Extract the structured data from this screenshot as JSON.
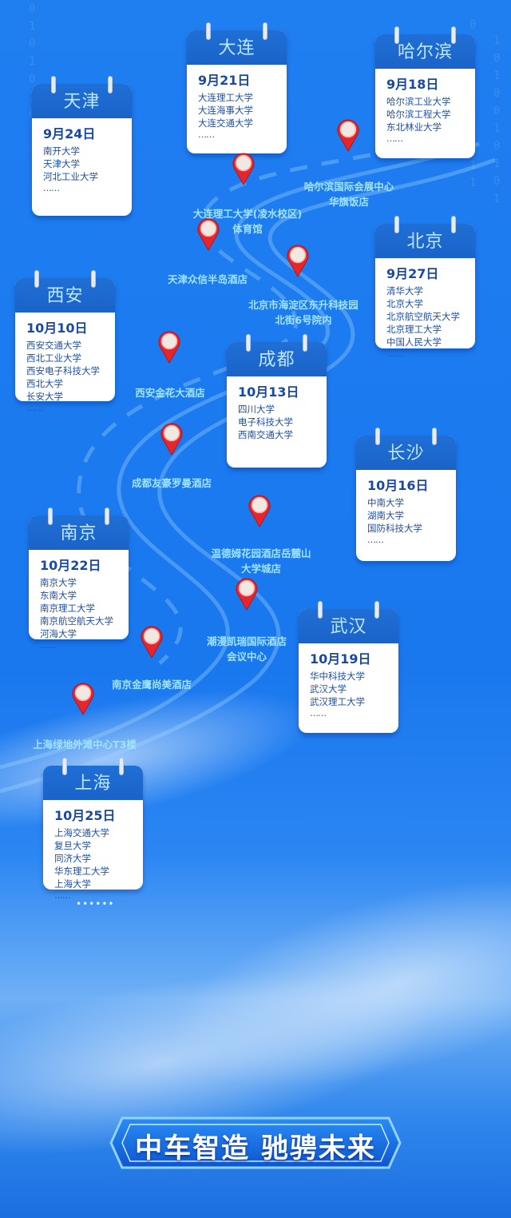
{
  "colors": {
    "background": "#1f7ef0",
    "card_header": "#1f6fd6",
    "pin": "#e5262a",
    "label": "#9fe3ff",
    "date_text": "#1a4aa0"
  },
  "icons": {
    "pin": "map-pin-icon"
  },
  "cards": [
    {
      "city": "天津",
      "date": "9月24日",
      "universities": [
        "南开大学",
        "天津大学",
        "河北工业大学"
      ],
      "more": "……"
    },
    {
      "city": "大连",
      "date": "9月21日",
      "universities": [
        "大连理工大学",
        "大连海事大学",
        "大连交通大学"
      ],
      "more": "……"
    },
    {
      "city": "哈尔滨",
      "date": "9月18日",
      "universities": [
        "哈尔滨工业大学",
        "哈尔滨工程大学",
        "东北林业大学"
      ],
      "more": "……"
    },
    {
      "city": "北京",
      "date": "9月27日",
      "universities": [
        "清华大学",
        "北京大学",
        "北京航空航天大学",
        "北京理工大学",
        "中国人民大学"
      ],
      "more": "……"
    },
    {
      "city": "西安",
      "date": "10月10日",
      "universities": [
        "西安交通大学",
        "西北工业大学",
        "西安电子科技大学",
        "西北大学",
        "长安大学"
      ],
      "more": "……"
    },
    {
      "city": "成都",
      "date": "10月13日",
      "universities": [
        "四川大学",
        "电子科技大学",
        "西南交通大学"
      ],
      "more": ""
    },
    {
      "city": "长沙",
      "date": "10月16日",
      "universities": [
        "中南大学",
        "湖南大学",
        "国防科技大学"
      ],
      "more": "……"
    },
    {
      "city": "南京",
      "date": "10月22日",
      "universities": [
        "南京大学",
        "东南大学",
        "南京理工大学",
        "南京航空航天大学",
        "河海大学"
      ],
      "more": "……"
    },
    {
      "city": "武汉",
      "date": "10月19日",
      "universities": [
        "华中科技大学",
        "武汉大学",
        "武汉理工大学"
      ],
      "more": "……"
    },
    {
      "city": "上海",
      "date": "10月25日",
      "universities": [
        "上海交通大学",
        "复旦大学",
        "同济大学",
        "华东理工大学",
        "上海大学"
      ],
      "more": "……"
    }
  ],
  "venues": [
    {
      "lines": [
        "哈尔滨国际会展中心",
        "华旗饭店"
      ]
    },
    {
      "lines": [
        "大连理工大学(凌水校区)",
        "体育馆"
      ]
    },
    {
      "lines": [
        "天津众信半岛酒店"
      ]
    },
    {
      "lines": [
        "北京市海淀区东升科技园",
        "北街6号院内"
      ]
    },
    {
      "lines": [
        "西安金花大酒店"
      ]
    },
    {
      "lines": [
        "成都友豪罗曼酒店"
      ]
    },
    {
      "lines": [
        "温德姆花园酒店岳麓山",
        "大学城店"
      ]
    },
    {
      "lines": [
        "潮漫凯瑞国际酒店",
        "会议中心"
      ]
    },
    {
      "lines": [
        "南京金鹰尚美酒店"
      ]
    },
    {
      "lines": [
        "上海绿地外滩中心T3楼"
      ]
    }
  ],
  "footer_dots": "••••••",
  "slogan": "中车智造 驰骋未来"
}
